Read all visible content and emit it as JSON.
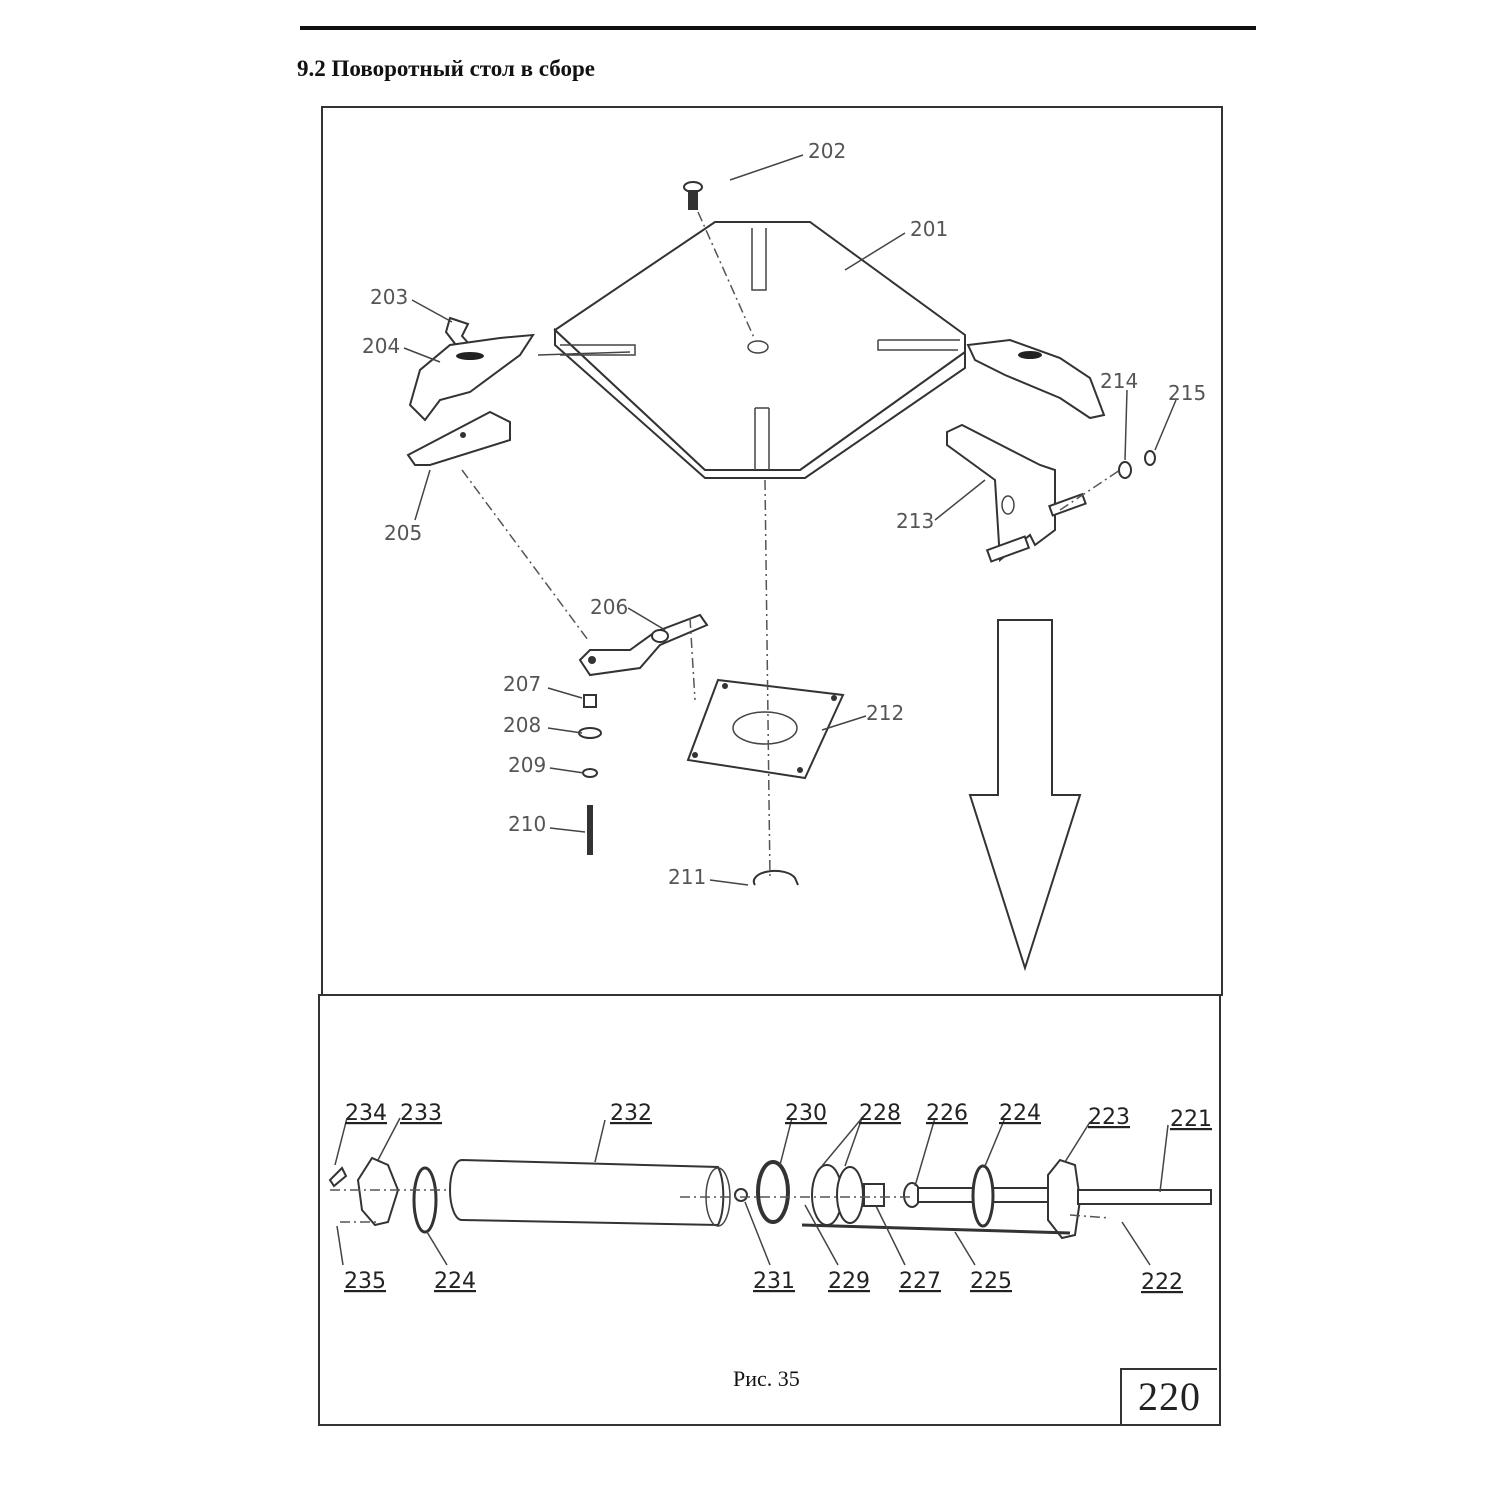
{
  "heading": "9.2 Поворотный стол в сборе",
  "caption": "Рис. 35",
  "page_box": "220",
  "labels_upper": [
    "202",
    "201",
    "203",
    "204",
    "214",
    "215",
    "205",
    "213",
    "206",
    "207",
    "208",
    "209",
    "212",
    "210",
    "211"
  ],
  "labels_lower": [
    "234",
    "233",
    "232",
    "230",
    "228",
    "226",
    "224",
    "223",
    "221",
    "235",
    "224",
    "231",
    "229",
    "227",
    "225",
    "222"
  ]
}
